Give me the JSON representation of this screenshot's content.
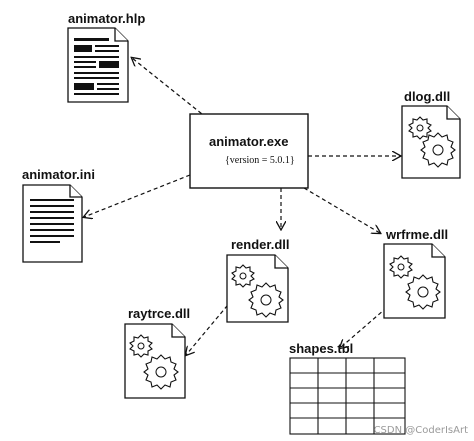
{
  "diagram": {
    "center": {
      "label": "animator.exe",
      "version": "{version = 5.0.1}"
    },
    "nodes": {
      "hlp": {
        "label": "animator.hlp",
        "icon": "help-document-icon"
      },
      "ini": {
        "label": "animator.ini",
        "icon": "text-document-icon"
      },
      "dlog": {
        "label": "dlog.dll",
        "icon": "gear-document-icon"
      },
      "render": {
        "label": "render.dll",
        "icon": "gear-document-icon"
      },
      "wrfrme": {
        "label": "wrfrme.dll",
        "icon": "gear-document-icon"
      },
      "raytrce": {
        "label": "raytrce.dll",
        "icon": "gear-document-icon"
      },
      "shapes": {
        "label": "shapes.tbl",
        "icon": "table-icon"
      }
    },
    "dependencies": [
      {
        "from": "center",
        "to": "hlp"
      },
      {
        "from": "center",
        "to": "ini"
      },
      {
        "from": "center",
        "to": "dlog"
      },
      {
        "from": "center",
        "to": "render"
      },
      {
        "from": "center",
        "to": "wrfrme"
      },
      {
        "from": "render",
        "to": "raytrce"
      },
      {
        "from": "wrfrme",
        "to": "shapes"
      }
    ]
  },
  "watermark": "CSDN @CoderIsArt"
}
